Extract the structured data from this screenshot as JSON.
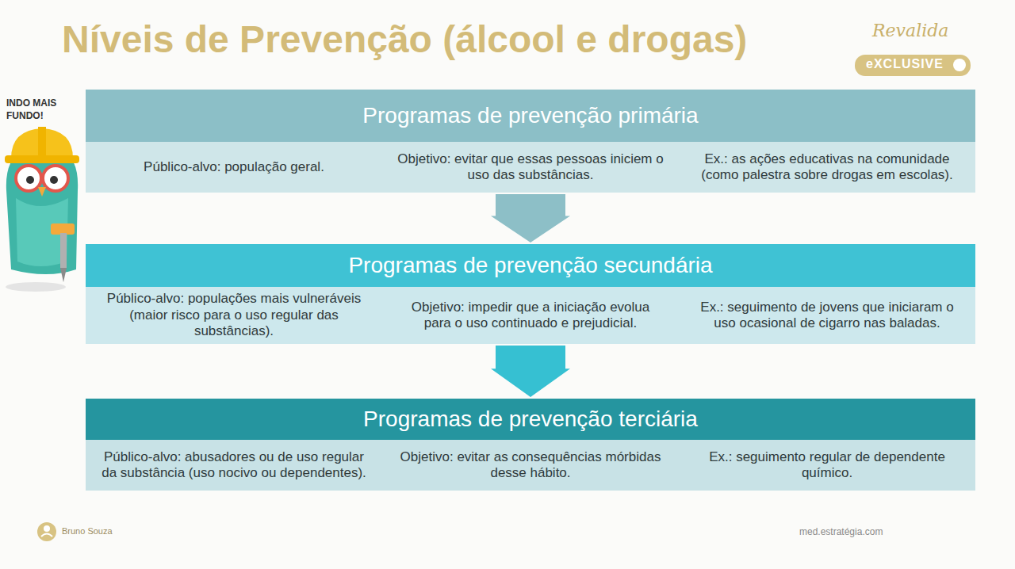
{
  "diagram": {
    "title": "Níveis de Prevenção (álcool e drogas)",
    "nodes": [
      {
        "text": [
          "Programas de prevenção primária"
        ]
      },
      {
        "text": [
          "Público-alvo: população geral."
        ],
        "in": 0
      },
      {
        "text": [
          "Objetivo: evitar que essas pessoas iniciem o uso das substâncias."
        ],
        "in": 0
      },
      {
        "text": [
          "Ex.: as ações educativas na comunidade (como palestra sobre drogas em escolas)."
        ],
        "in": 0
      },
      {
        "text": [
          "Programas de prevenção secundária"
        ]
      },
      {
        "text": [
          "Público-alvo: populações mais vulneráveis (maior risco para o uso regular das substâncias)."
        ],
        "in": 4
      },
      {
        "text": [
          "Objetivo: impedir que a iniciação evolua para o uso continuado e prejudicial."
        ],
        "in": 4
      },
      {
        "text": [
          "Ex.: seguimento de jovens que iniciaram o uso ocasional de cigarro nas baladas."
        ],
        "in": 4
      },
      {
        "text": [
          "Programas de prevenção terciária"
        ]
      },
      {
        "text": [
          "Público-alvo: abusadores ou de uso regular da substância (uso nocivo ou dependentes)."
        ],
        "in": 8
      },
      {
        "text": [
          "Objetivo: evitar as consequências mórbidas desse hábito."
        ],
        "in": 8
      },
      {
        "text": [
          "Ex.: seguimento regular de dependente químico."
        ],
        "in": 8
      }
    ],
    "edges": [
      {
        "from": 0,
        "to": 4,
        "arrow": "to"
      },
      {
        "from": 4,
        "to": 8,
        "arrow": "to"
      }
    ],
    "labels": [
      "Revalida",
      "eXCLUSIVE",
      "INDO MAIS FUNDO!",
      "Bruno Souza",
      "med.estratégia.com"
    ]
  }
}
